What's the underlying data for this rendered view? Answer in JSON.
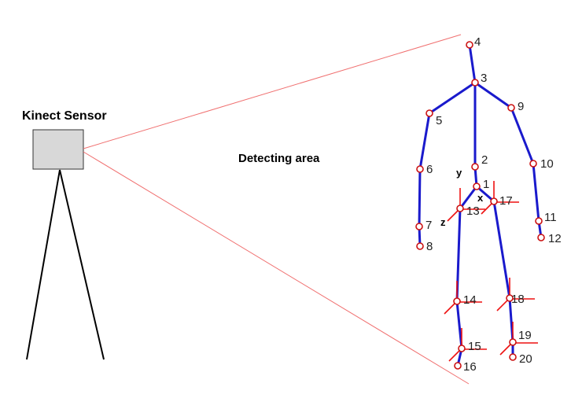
{
  "sensor": {
    "label": "Kinect Sensor"
  },
  "area": {
    "label": "Detecting area"
  },
  "colors": {
    "bone": "#1a1acc",
    "joint": "#cc1111",
    "cross": "#ee1111",
    "ray": "#f07070",
    "sensor_fill": "#d8d8d8",
    "tripod": "#000000"
  },
  "skeleton": {
    "joints": [
      {
        "id": "1",
        "label": "1"
      },
      {
        "id": "2",
        "label": "2"
      },
      {
        "id": "3",
        "label": "3"
      },
      {
        "id": "4",
        "label": "4"
      },
      {
        "id": "5",
        "label": "5"
      },
      {
        "id": "6",
        "label": "6"
      },
      {
        "id": "7",
        "label": "7"
      },
      {
        "id": "8",
        "label": "8"
      },
      {
        "id": "9",
        "label": "9"
      },
      {
        "id": "10",
        "label": "10"
      },
      {
        "id": "11",
        "label": "11"
      },
      {
        "id": "12",
        "label": "12"
      },
      {
        "id": "13",
        "label": "13"
      },
      {
        "id": "14",
        "label": "14"
      },
      {
        "id": "15",
        "label": "15"
      },
      {
        "id": "16",
        "label": "16"
      },
      {
        "id": "17",
        "label": "17"
      },
      {
        "id": "18",
        "label": "18"
      },
      {
        "id": "19",
        "label": "19"
      },
      {
        "id": "20",
        "label": "20"
      }
    ],
    "bones": [
      [
        "4",
        "3"
      ],
      [
        "3",
        "2"
      ],
      [
        "2",
        "1"
      ],
      [
        "3",
        "5"
      ],
      [
        "5",
        "6"
      ],
      [
        "6",
        "7"
      ],
      [
        "7",
        "8"
      ],
      [
        "3",
        "9"
      ],
      [
        "9",
        "10"
      ],
      [
        "10",
        "11"
      ],
      [
        "11",
        "12"
      ],
      [
        "1",
        "13"
      ],
      [
        "13",
        "14"
      ],
      [
        "14",
        "15"
      ],
      [
        "15",
        "16"
      ],
      [
        "1",
        "17"
      ],
      [
        "17",
        "18"
      ],
      [
        "18",
        "19"
      ],
      [
        "19",
        "20"
      ]
    ],
    "crosses": [
      "13",
      "14",
      "15",
      "17",
      "18",
      "19"
    ],
    "axes": {
      "x": "x",
      "y": "y",
      "z": "z"
    }
  }
}
